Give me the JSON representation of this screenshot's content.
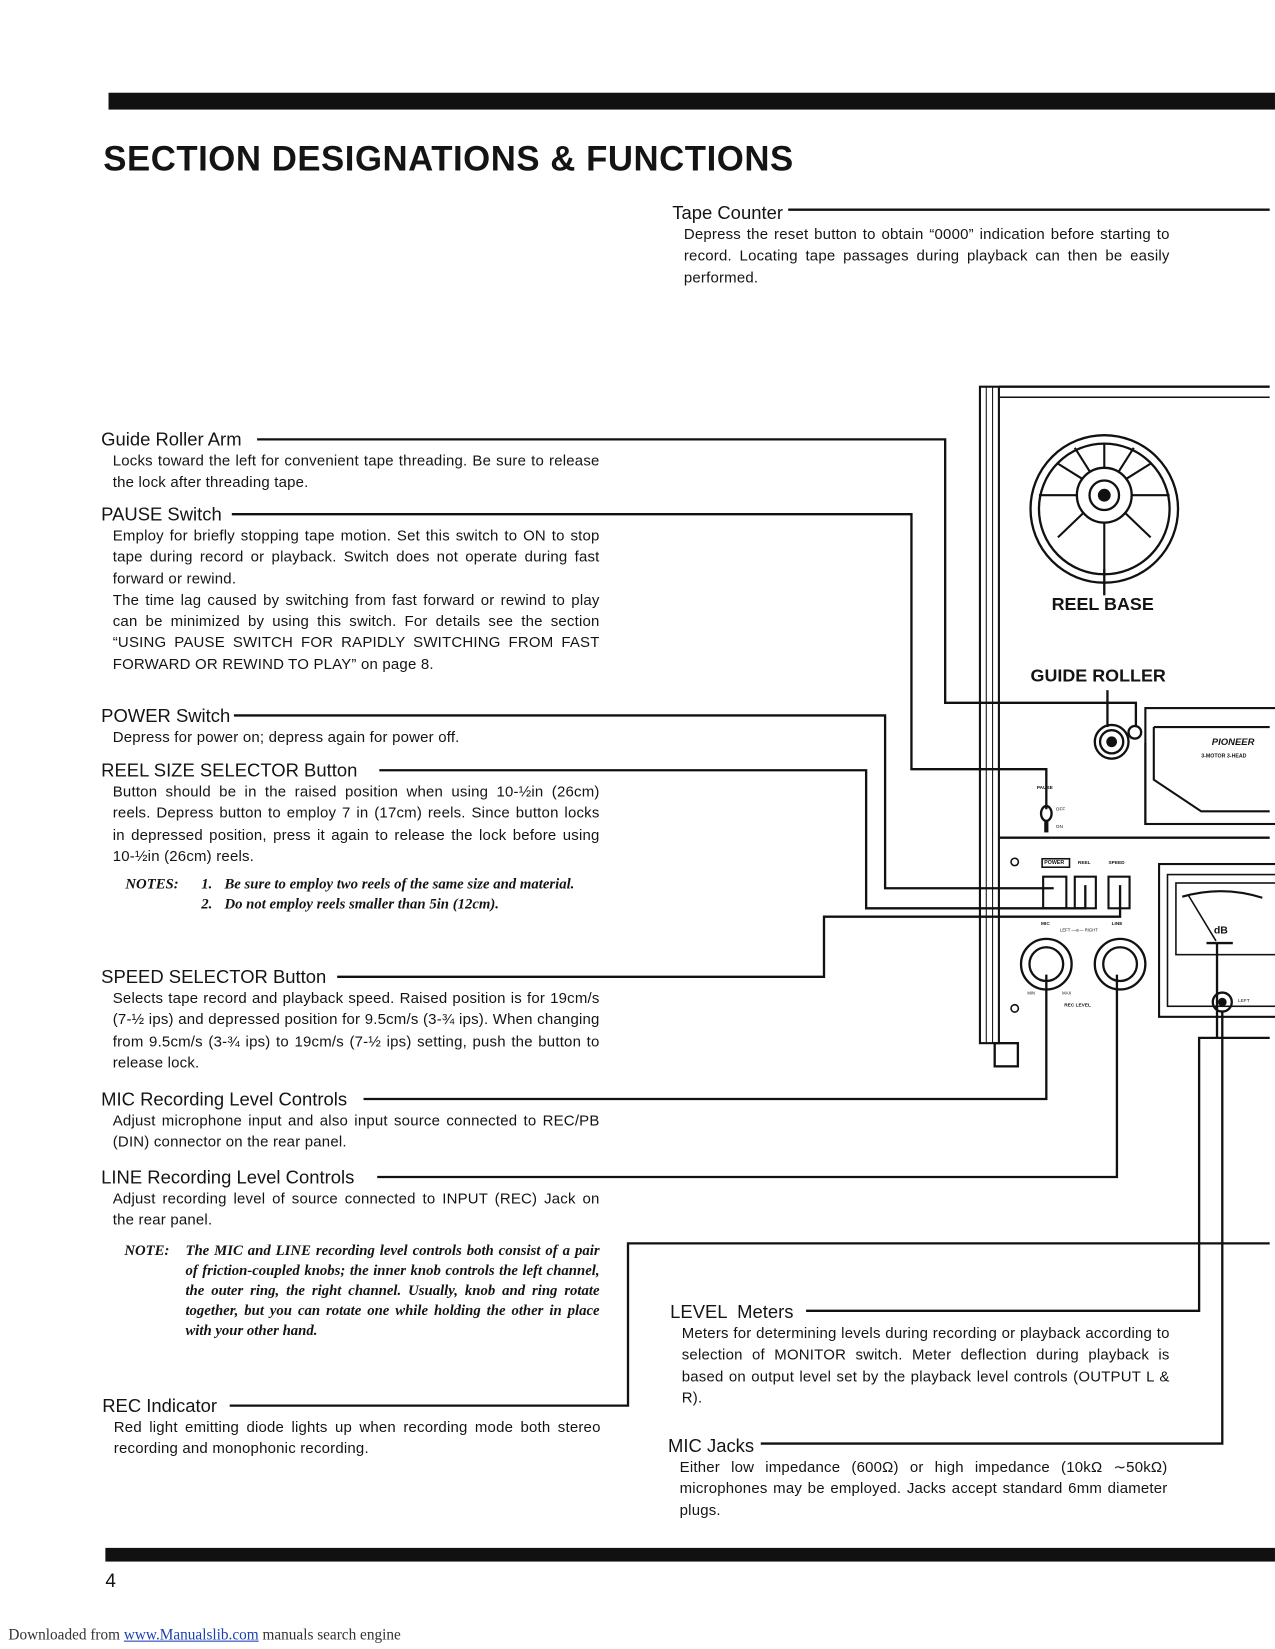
{
  "title": "SECTION DESIGNATIONS & FUNCTIONS",
  "sections": {
    "tape_counter": {
      "heading": "Tape Counter",
      "body": "Depress the reset button to obtain “0000” indication before starting to record. Locating tape passages during playback can then be easily performed."
    },
    "guide_roller_arm": {
      "heading": "Guide Roller Arm",
      "body": "Locks toward the left for convenient tape threading. Be sure to release the lock after threading tape."
    },
    "pause_switch": {
      "heading": "PAUSE Switch",
      "body": "Employ for briefly stopping tape motion. Set this switch to ON to stop tape during record or playback. Switch does not operate during fast forward or rewind.",
      "body2": "The time lag caused by switching from fast forward or rewind to play can be minimized by using this switch. For details see the section “USING PAUSE SWITCH FOR RAPIDLY SWITCHING FROM FAST FORWARD OR REWIND TO PLAY” on page 8."
    },
    "power_switch": {
      "heading": "POWER Switch",
      "body": "Depress for power on; depress again for power off."
    },
    "reel_size": {
      "heading": "REEL SIZE SELECTOR Button",
      "body": "Button should be in the raised position when using 10-½in (26cm) reels. Depress button to employ 7 in (17cm) reels. Since button locks in depressed position, press it again to release the lock before using 10-½in (26cm) reels.",
      "notes_label": "NOTES:",
      "notes": [
        {
          "n": "1.",
          "t": "Be sure to employ two reels of the same size and material."
        },
        {
          "n": "2.",
          "t": "Do not employ reels smaller than 5in (12cm)."
        }
      ]
    },
    "speed_selector": {
      "heading": "SPEED SELECTOR Button",
      "body": "Selects tape record and playback speed. Raised position is for 19cm/s (7-½ ips) and depressed position for 9.5cm/s (3-¾ ips). When changing from 9.5cm/s (3-¾ ips) to 19cm/s (7-½ ips) setting, push the button to release lock."
    },
    "mic_level": {
      "heading": "MIC Recording Level Controls",
      "body": "Adjust microphone input and also input source connected to REC/PB (DIN) connector on the rear panel."
    },
    "line_level": {
      "heading": "LINE Recording Level Controls",
      "body": "Adjust recording level of source connected to INPUT (REC) Jack on the rear panel.",
      "note_label": "NOTE:",
      "note": "The MIC and LINE recording level controls both consist of a pair of friction-coupled knobs; the inner knob controls the left channel, the outer ring, the right channel. Usually, knob and ring rotate together, but you can rotate one while holding the other in place with your other hand."
    },
    "rec_indicator": {
      "heading": "REC Indicator",
      "body": "Red light emitting diode lights up when recording mode both stereo recording and monophonic recording."
    },
    "level_meters": {
      "heading": "LEVEL  Meters",
      "body": "Meters for determining levels during recording or playback according to selection of MONITOR switch. Meter deflection during playback is based on output level set by the playback level controls (OUTPUT L & R)."
    },
    "mic_jacks": {
      "heading": "MIC Jacks",
      "body": "Either low impedance (600Ω) or high impedance (10kΩ ∼50kΩ) microphones may be employed. Jacks accept standard 6mm diameter plugs."
    }
  },
  "diagram": {
    "reel_base": "REEL BASE",
    "guide_roller": "GUIDE ROLLER",
    "brand": "PIONEER",
    "model_line": "3-MOTOR 3-HEAD",
    "pause": "PAUSE",
    "off": "OFF",
    "on": "ON",
    "power": "POWER",
    "reel": "REEL",
    "speed": "SPEED",
    "mic": "MIC",
    "line": "LINE",
    "left_right": "LEFT —◎— RIGHT",
    "min": "MIN",
    "max": "MAX",
    "rec_level": "REC LEVEL",
    "db": "dB",
    "left": "LEFT"
  },
  "page_number": "4",
  "footer": {
    "prefix": "Downloaded from ",
    "link": "www.Manualslib.com",
    "suffix": " manuals search engine"
  }
}
